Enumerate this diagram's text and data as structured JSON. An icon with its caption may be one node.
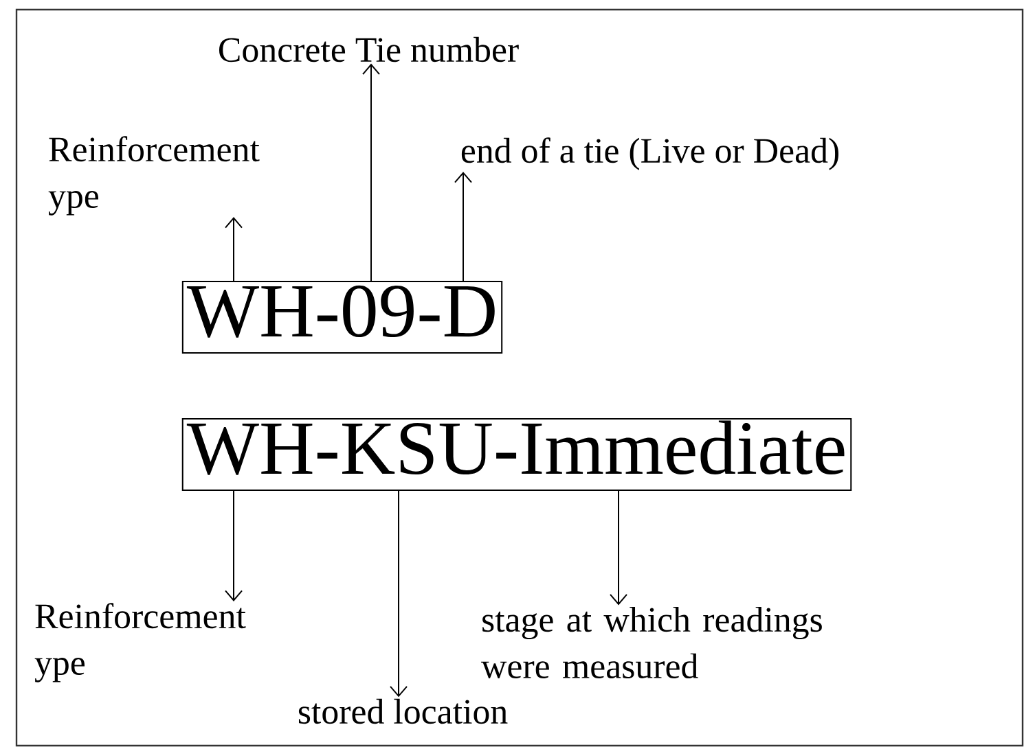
{
  "diagram": {
    "nodes": [
      {
        "text": [
          "WH-09-D"
        ]
      },
      {
        "text": [
          "Reinforcement ype"
        ]
      },
      {
        "text": [
          "Concrete Tie number"
        ]
      },
      {
        "text": [
          "end of a tie (Live or Dead)"
        ]
      },
      {
        "text": [
          "WH-KSU-Immediate"
        ]
      },
      {
        "text": [
          "Reinforcement ype"
        ]
      },
      {
        "text": [
          "stored location"
        ]
      },
      {
        "text": [
          "stage at which readings were measured"
        ]
      }
    ],
    "edges": [
      {
        "from": 0,
        "to": 1,
        "arrow": "to"
      },
      {
        "from": 0,
        "to": 2,
        "arrow": "to"
      },
      {
        "from": 0,
        "to": 3,
        "arrow": "to"
      },
      {
        "from": 4,
        "to": 5,
        "arrow": "to"
      },
      {
        "from": 4,
        "to": 6,
        "arrow": "to"
      },
      {
        "from": 4,
        "to": 7,
        "arrow": "to"
      }
    ]
  }
}
